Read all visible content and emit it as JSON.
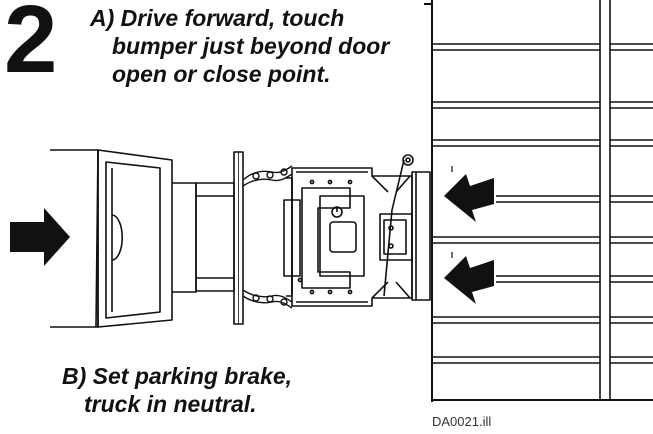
{
  "step": {
    "number": "2",
    "instruction_a": {
      "line1": "A) Drive forward, touch",
      "line2": "bumper just beyond door",
      "line3": "open or close point."
    },
    "instruction_b": {
      "line1": "B) Set parking brake,",
      "line2": "truck in neutral."
    }
  },
  "figure": {
    "file_label": "DA0021.ill",
    "icons": {
      "drive_arrow": "right-arrow-icon",
      "door_contact_arrows": "left-arrow-icon"
    },
    "colors": {
      "line": "#111111",
      "background": "#ffffff"
    }
  }
}
